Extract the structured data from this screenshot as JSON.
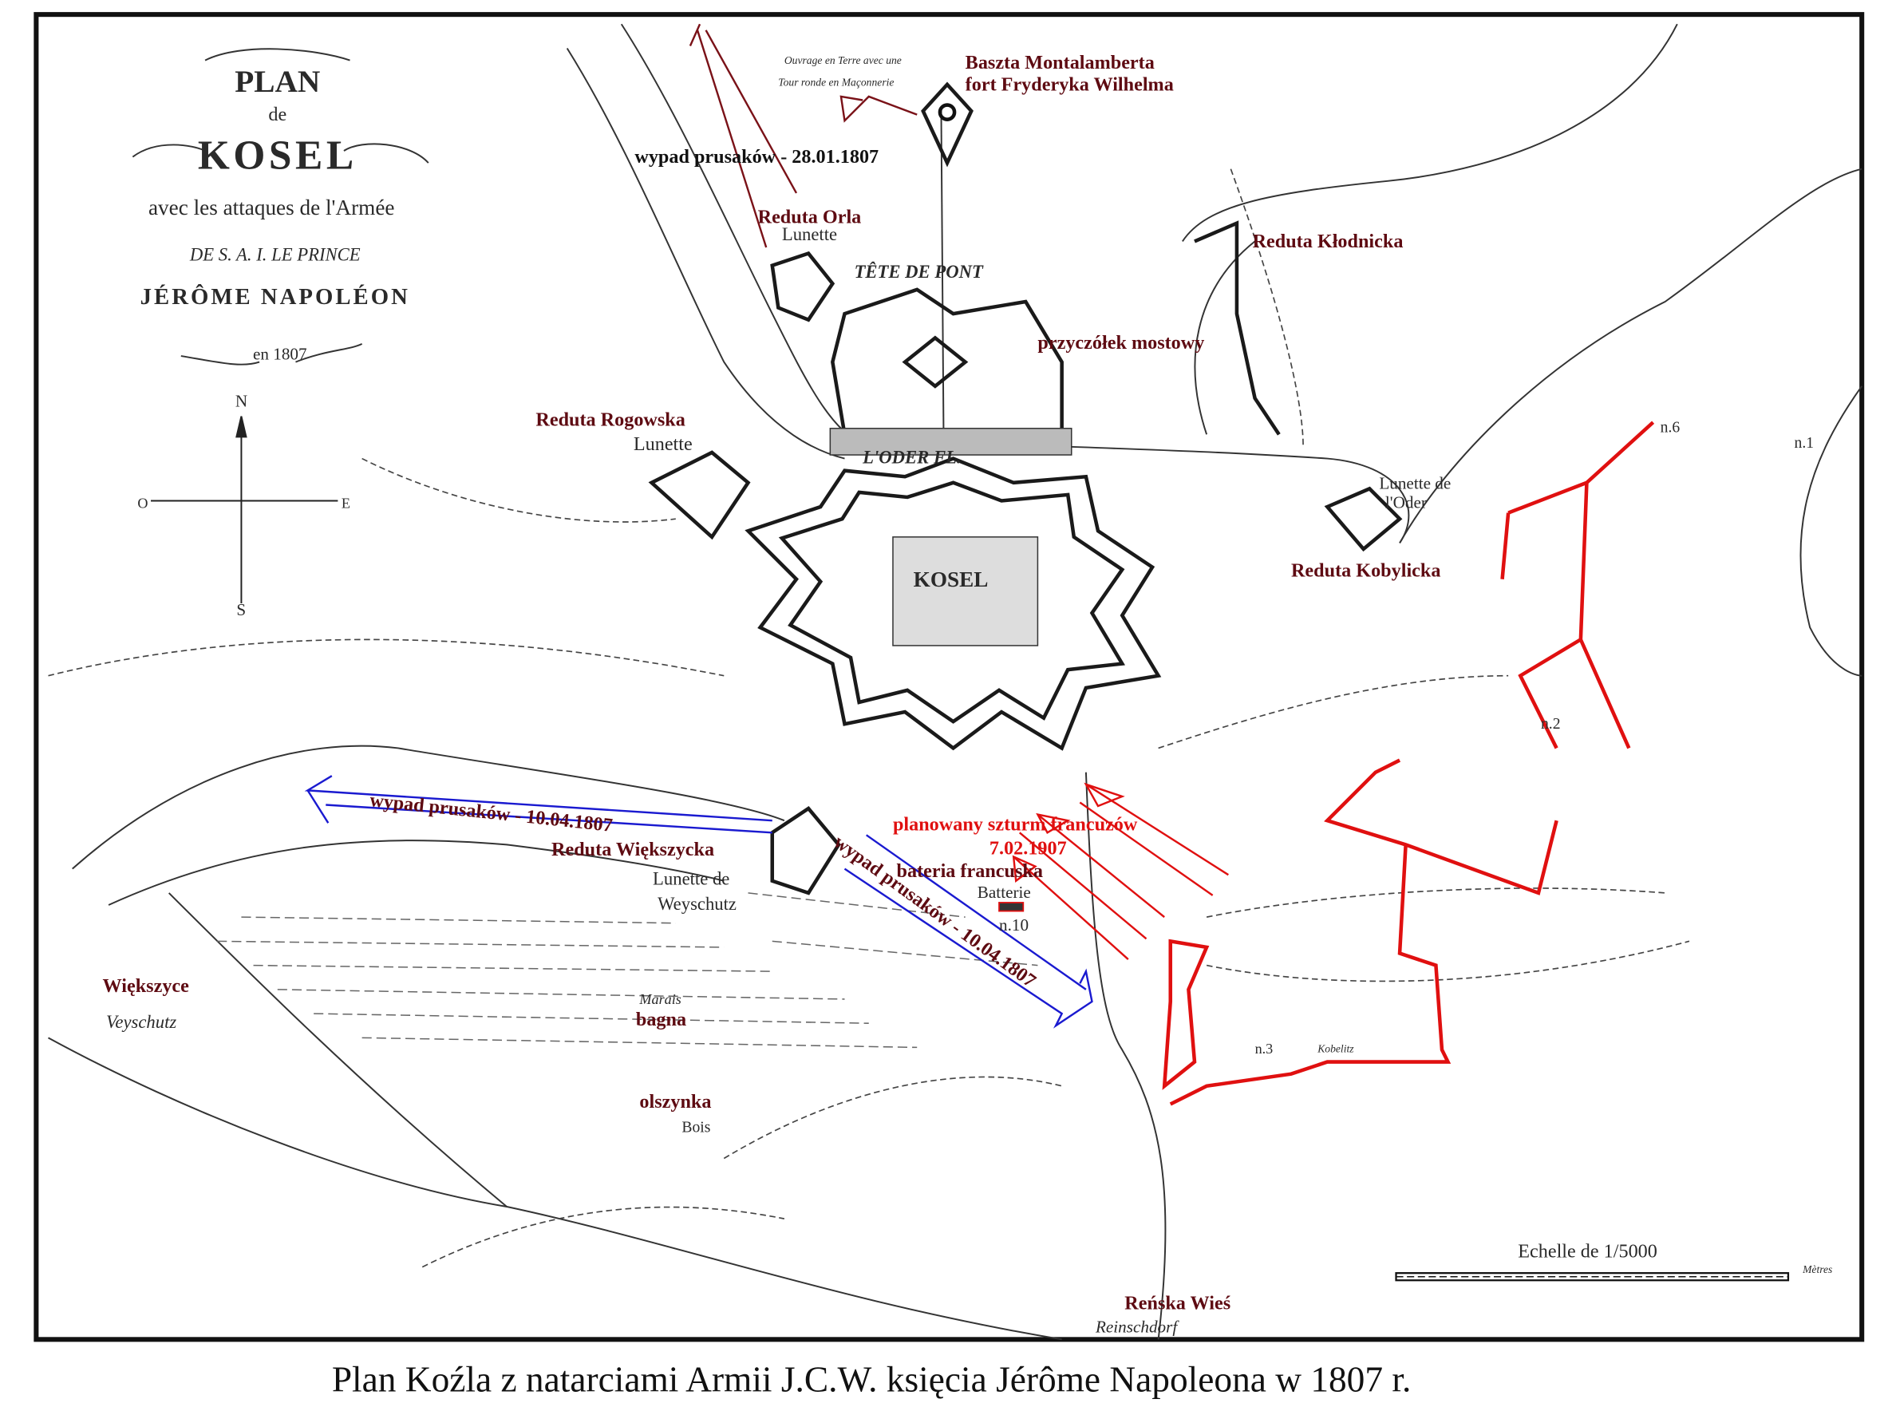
{
  "caption": "Plan Koźla z natarciami Armii J.C.W. księcia Jérôme Napoleona w 1807 r.",
  "cartouche": {
    "line1": "PLAN",
    "line2": "de",
    "line3": "KOSEL",
    "line4": "avec les attaques de l'Armée",
    "line5": "DE S. A. I. LE PRINCE",
    "line6": "JÉRÔME NAPOLÉON",
    "line7": "en 1807"
  },
  "compass": {
    "n": "N",
    "s": "S",
    "e": "E",
    "w": "O"
  },
  "labels_pl": {
    "baszta": "Baszta Montalamberta",
    "fort": "fort Fryderyka Wilhelma",
    "wypad1": "wypad prusaków - 28.01.1807",
    "orla": "Reduta Orla",
    "klodnicka": "Reduta Kłodnicka",
    "przyczolek": "przyczółek mostowy",
    "rogowska": "Reduta Rogowska",
    "kobylicka": "Reduta Kobylicka",
    "wypad2": "wypad prusaków - 10.04.1807",
    "wieszycka": "Reduta Większycka",
    "szturm": "planowany szturm francuzów",
    "szturm_date": "7.02.1907",
    "bateria": "bateria francuska",
    "wypad3": "wypad prusaków - 10.04.1807",
    "wiekszyce": "Większyce",
    "bagna": "bagna",
    "olszynka": "olszynka",
    "renska": "Reńska Wieś"
  },
  "labels_fr": {
    "ouvrage1": "Ouvrage en Terre avec une",
    "ouvrage2": "Tour ronde en Maçonnerie",
    "lunette_orla": "Lunette",
    "tete": "TÊTE DE PONT",
    "lunette_rog": "Lunette",
    "oder": "L'ODER  FL.",
    "lunette_oder1": "Lunette de",
    "lunette_oder2": "l'Oder",
    "kosel": "KOSEL",
    "lunette_wey1": "Lunette de",
    "lunette_wey2": "Weyschutz",
    "batterie": "Batterie",
    "n10": "n.10",
    "n6": "n.6",
    "n1": "n.1",
    "n2": "n.2",
    "n3": "n.3",
    "kobelitz": "Kobelitz",
    "veyschutz": "Veyschutz",
    "marais": "Marais",
    "bois": "Bois",
    "reinschdorf": "Reinschdorf",
    "echelle": "Echelle de 1/5000",
    "metres": "Mètres"
  },
  "colors": {
    "prussian_sortie": "#1a1ad0",
    "french_attack": "#e01010",
    "annotation": "#5e0b12"
  }
}
